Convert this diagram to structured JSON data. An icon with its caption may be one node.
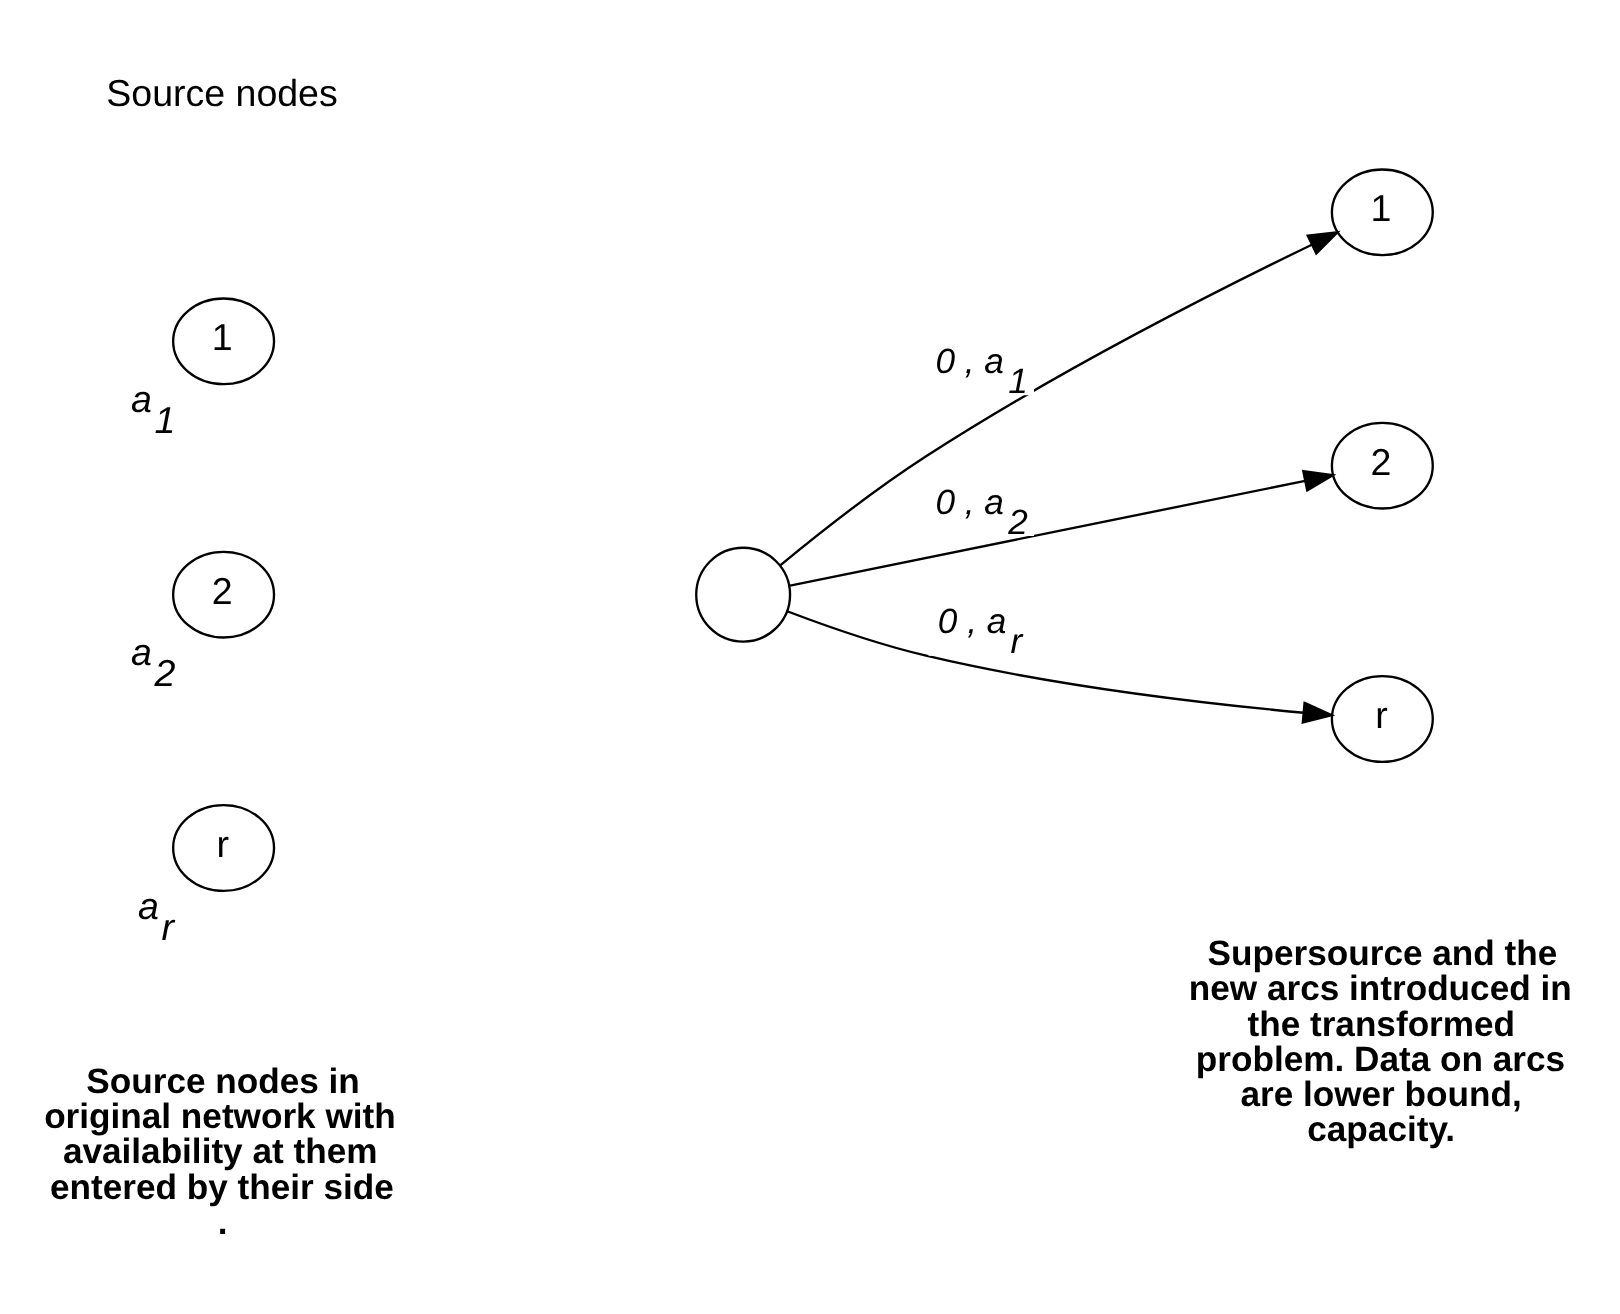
{
  "diagram": {
    "nodes": [
      {
        "text": [
          "1"
        ],
        "beside": [
          "a$_{1}$"
        ]
      },
      {
        "text": [
          "2"
        ],
        "beside": [
          "a$_{2}$"
        ]
      },
      {
        "text": [
          "r"
        ],
        "beside": [
          "a$_{r}$"
        ]
      },
      {
        "text": [],
        "shape": "circle"
      },
      {
        "text": [
          "1"
        ]
      },
      {
        "text": [
          "2"
        ]
      },
      {
        "text": [
          "r"
        ]
      }
    ],
    "edges": [
      {
        "from": 3,
        "to": 4,
        "arrow": "to",
        "label": "0 , a$_{1}$"
      },
      {
        "from": 3,
        "to": 5,
        "arrow": "to",
        "label": "0 , a$_{2}$"
      },
      {
        "from": 3,
        "to": 6,
        "arrow": "to",
        "label": "0 , a$_{r}$"
      }
    ],
    "labels": [
      "Source nodes",
      "Source nodes in original network with availability at them entered by their side .",
      "Supersource and the new arcs introduced in the transformed problem. Data on arcs are lower bound, capacity."
    ]
  }
}
